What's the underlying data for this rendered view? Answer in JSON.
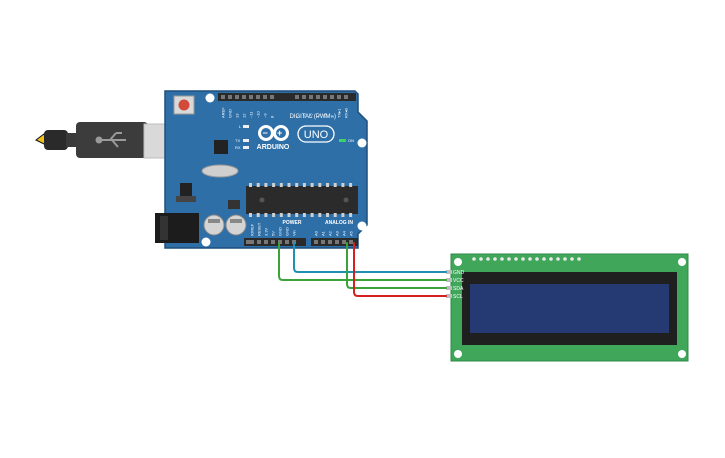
{
  "arduino": {
    "brand": "ARDUINO",
    "model": "UNO",
    "digital_label": "DIGITAL (PWM~)",
    "power_label": "POWER",
    "analog_label": "ANALOG IN",
    "on_label": "ON",
    "tx_label": "TX",
    "rx_label": "RX",
    "l_label": "L",
    "digital_pins": [
      "AREF",
      "GND",
      "13",
      "12",
      "~11",
      "~10",
      "~9",
      "8",
      "7",
      "~6",
      "~5",
      "4",
      "~3",
      "2",
      "TX▸1",
      "RX◂0"
    ],
    "power_pins": [
      "IOREF",
      "RESET",
      "3.3V",
      "5V",
      "GND",
      "GND",
      "Vin"
    ],
    "analog_pins": [
      "A0",
      "A1",
      "A2",
      "A3",
      "A4",
      "A5"
    ]
  },
  "lcd": {
    "pins": [
      "GND",
      "VCC",
      "SDA",
      "SCL"
    ]
  },
  "wires": [
    {
      "from": "GND",
      "to": "GND",
      "color": "#1f8fb3"
    },
    {
      "from": "5V",
      "to": "VCC",
      "color": "#3aa43a"
    },
    {
      "from": "A4",
      "to": "SDA",
      "color": "#3aa43a"
    },
    {
      "from": "A5",
      "to": "SCL",
      "color": "#d62020"
    }
  ],
  "colors": {
    "board": "#2e6fa8",
    "board_dark": "#1e4f7c",
    "lcd_pcb": "#3fa65a",
    "lcd_screen": "#253a72"
  }
}
